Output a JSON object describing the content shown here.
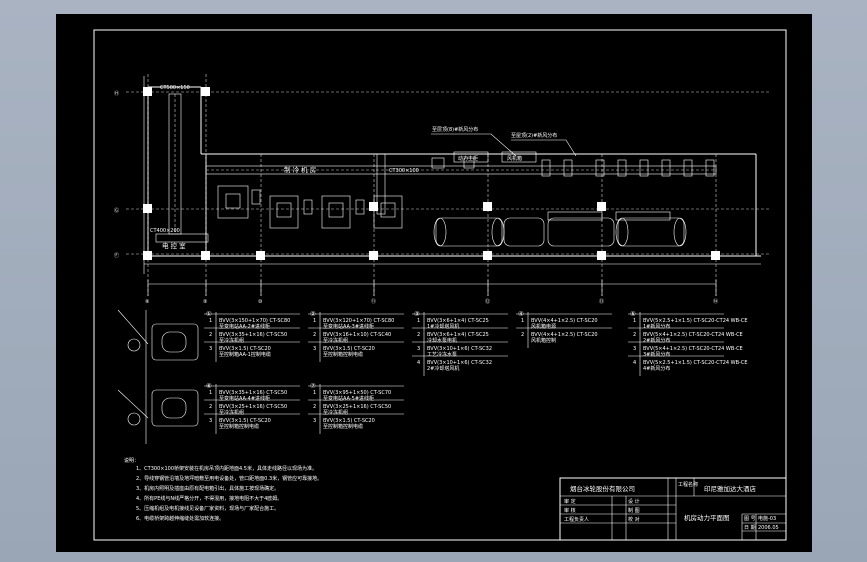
{
  "plan": {
    "tray_vertical_label": "CT500×150",
    "tray_main_label": "CT300×100",
    "tray_lower_label": "CT400×200",
    "room_cooling_label": "制 冷 机 房",
    "room_control_label": "电 控 室",
    "callout_upper": "至层顶(8)#新风分布",
    "callout_right": "至屋顶(2)#新风分布",
    "box_left_label": "动力主柜",
    "box_right_label": "风机箱",
    "grid_letter_1": "Ⓗ",
    "grid_letter_2": "Ⓖ",
    "grid_letter_3": "Ⓕ",
    "grid_bottom": [
      "⑧",
      "⑨",
      "⑩",
      "⑪",
      "⑫",
      "⑬",
      "⑭"
    ]
  },
  "cables": [
    {
      "num": "①",
      "rows": [
        {
          "n": "1",
          "spec": "BVV(3×150+1×70) CT-SC80",
          "note": "至变电站AA-2#进线柜"
        },
        {
          "n": "2",
          "spec": "BVV(3×35+1×16) CT-SC50",
          "note": "至冷冻机组"
        },
        {
          "n": "3",
          "spec": "BVV(3×1.5) CT-SC20",
          "note": "至控制箱AA-1控制电缆"
        }
      ]
    },
    {
      "num": "②",
      "rows": [
        {
          "n": "1",
          "spec": "BVV(3×120+1×70) CT-SC80",
          "note": "至变电站AA-3#进线柜"
        },
        {
          "n": "2",
          "spec": "BVV(3×16+1×10) CT-SC40",
          "note": "至冷冻机组"
        },
        {
          "n": "3",
          "spec": "BVV(3×1.5) CT-SC20",
          "note": "至控制箱控制电缆"
        }
      ]
    },
    {
      "num": "③",
      "rows": [
        {
          "n": "1",
          "spec": "BVV(3×6+1×4) CT-SC25",
          "note": "1#冷却塔风机"
        },
        {
          "n": "2",
          "spec": "BVV(3×6+1×4) CT-SC25",
          "note": "冷却水泵电机"
        },
        {
          "n": "3",
          "spec": "BVV(3×10+1×6) CT-SC32",
          "note": "工艺冷冻水泵"
        },
        {
          "n": "4",
          "spec": "BVV(3×10+1×6) CT-SC32",
          "note": "2#冷却塔风机"
        }
      ]
    },
    {
      "num": "④",
      "rows": [
        {
          "n": "1",
          "spec": "BVV(4×4+1×2.5) CT-SC20",
          "note": "风机箱电源"
        },
        {
          "n": "2",
          "spec": "BVV(4×4+1×2.5) CT-SC20",
          "note": "风机箱控制"
        }
      ]
    },
    {
      "num": "⑤",
      "rows": [
        {
          "n": "1",
          "spec": "BVV(5×2.5+1×1.5) CT-SC20-CT24 WB-CE",
          "note": "1#新风分布"
        },
        {
          "n": "2",
          "spec": "BVV(5×4+1×2.5) CT-SC20-CT24 WB-CE",
          "note": "2#新风分布"
        },
        {
          "n": "3",
          "spec": "BVV(5×4+1×2.5) CT-SC20-CT24 WB-CE",
          "note": "3#新风分布"
        },
        {
          "n": "4",
          "spec": "BVV(5×2.5+1×1.5) CT-SC20-CT24 WB-CE",
          "note": "4#新风分布"
        }
      ]
    },
    {
      "num": "⑥",
      "rows": [
        {
          "n": "1",
          "spec": "BVV(3×35+1×16) CT-SC50",
          "note": "至变电站AA-4#进线柜"
        },
        {
          "n": "2",
          "spec": "BVV(3×25+1×16) CT-SC50",
          "note": "至冷冻机组"
        },
        {
          "n": "3",
          "spec": "BVV(3×1.5) CT-SC20",
          "note": "至控制箱控制电缆"
        }
      ]
    },
    {
      "num": "⑦",
      "rows": [
        {
          "n": "1",
          "spec": "BVV(3×95+1×50) CT-SC70",
          "note": "至变电站AA-5#进线柜"
        },
        {
          "n": "2",
          "spec": "BVV(3×25+1×16) CT-SC50",
          "note": "至冷冻机组"
        },
        {
          "n": "3",
          "spec": "BVV(3×1.5) CT-SC20",
          "note": "至控制箱控制电缆"
        }
      ]
    }
  ],
  "notes": {
    "heading": "说明：",
    "lines": [
      "1、CT300×100桥架安装在机房吊顶内距地面4.5米，具体走线路径以现场为准。",
      "2、导线穿钢管沿墙及地坪暗敷至用电设备处，管口距地面0.3米，钢管应可靠接地。",
      "3、机房内照明及插座由原有配电箱引出，具体施工按现场确定。",
      "4、所有PE线与N线严格分开，不得混用，接地电阻不大于4欧姆。",
      "5、压缩机组及电机接线见设备厂家资料，现场与厂家配合施工。",
      "6、电缆桥架跨越伸缩缝处需加软连接。"
    ]
  },
  "title_block": {
    "company": "烟台冰轮股份有限公司",
    "project_label": "工程名称",
    "project_name": "印尼雅加达大酒店",
    "drawing_name": "机房动力平面图",
    "row_labels": [
      "审 定",
      "设 计",
      "审 核",
      "制 图",
      "工程负责人",
      "校 对"
    ],
    "drawing_no_label": "图 号",
    "drawing_no": "电施-03",
    "date_label": "日 期",
    "date": "2006.05"
  }
}
